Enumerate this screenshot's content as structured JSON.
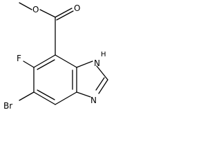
{
  "structure": {
    "atoms": {
      "ester_ether_oxygen": "O",
      "carbonyl_oxygen": "O",
      "fluorine": "F",
      "bromine": "Br",
      "imidazole_nh_nitrogen": "N",
      "imidazole_nh_hydrogen": "H",
      "imidazole_n": "N"
    }
  }
}
